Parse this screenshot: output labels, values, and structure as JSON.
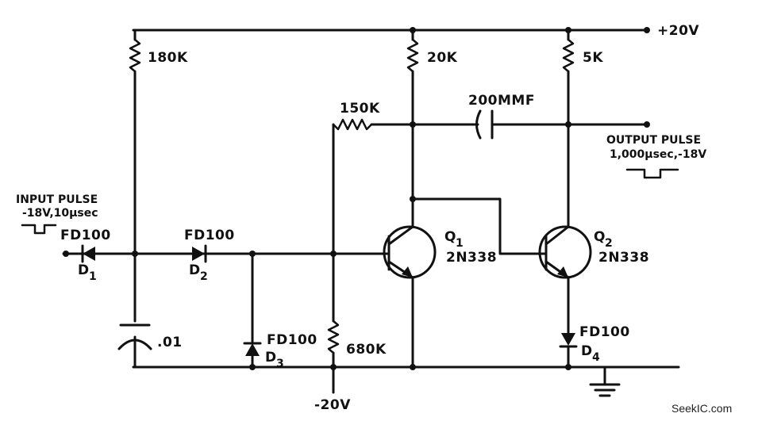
{
  "supply": {
    "positive": "+20V",
    "negative": "-20V"
  },
  "input": {
    "title": "INPUT PULSE",
    "spec": "-18V,10μsec"
  },
  "output": {
    "title": "OUTPUT PULSE",
    "spec": "1,000μsec,-18V"
  },
  "resistors": {
    "r1": "180K",
    "r2": "20K",
    "r3": "5K",
    "r4": "150K",
    "r5": "680K"
  },
  "capacitors": {
    "c1": "200MMF",
    "c2": ".01"
  },
  "diodes": {
    "d1": {
      "part": "FD100",
      "ref": "D",
      "sub": "1"
    },
    "d2": {
      "part": "FD100",
      "ref": "D",
      "sub": "2"
    },
    "d3": {
      "part": "FD100",
      "ref": "D",
      "sub": "3"
    },
    "d4": {
      "part": "FD100",
      "ref": "D",
      "sub": "4"
    }
  },
  "transistors": {
    "q1": {
      "ref": "Q",
      "sub": "1",
      "part": "2N338"
    },
    "q2": {
      "ref": "Q",
      "sub": "2",
      "part": "2N338"
    }
  },
  "watermark": "SeekIC.com"
}
